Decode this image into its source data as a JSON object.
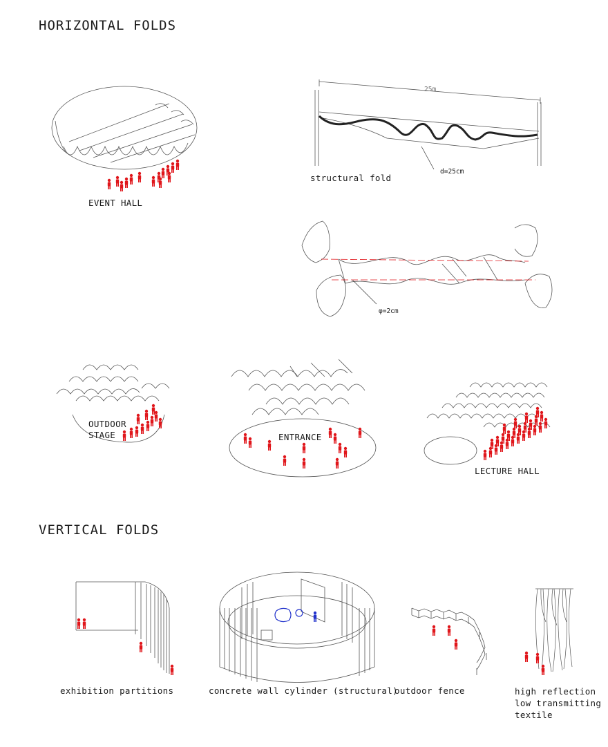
{
  "sections": {
    "horizontal_title": "HORIZONTAL FOLDS",
    "vertical_title": "VERTICAL FOLDS"
  },
  "horizontal": {
    "event_hall": "EVENT HALL",
    "structural_fold": "structural fold",
    "span_dim": "25m",
    "fold_dim": "d=25cm",
    "rod_dim": "φ=2cm",
    "outdoor_stage_line1": "OUTDOOR",
    "outdoor_stage_line2": "STAGE",
    "entrance": "ENTRANCE",
    "lecture_hall": "LECTURE HALL"
  },
  "vertical": {
    "exhibition": "exhibition partitions",
    "concrete": "concrete wall cylinder (structural)",
    "fence": "outdoor fence",
    "textile_line1": "high reflection",
    "textile_line2": "low transmitting",
    "textile_line3": "textile"
  },
  "colors": {
    "figures": "#e0161b",
    "line": "#444444",
    "accent_blue": "#2233cc"
  }
}
